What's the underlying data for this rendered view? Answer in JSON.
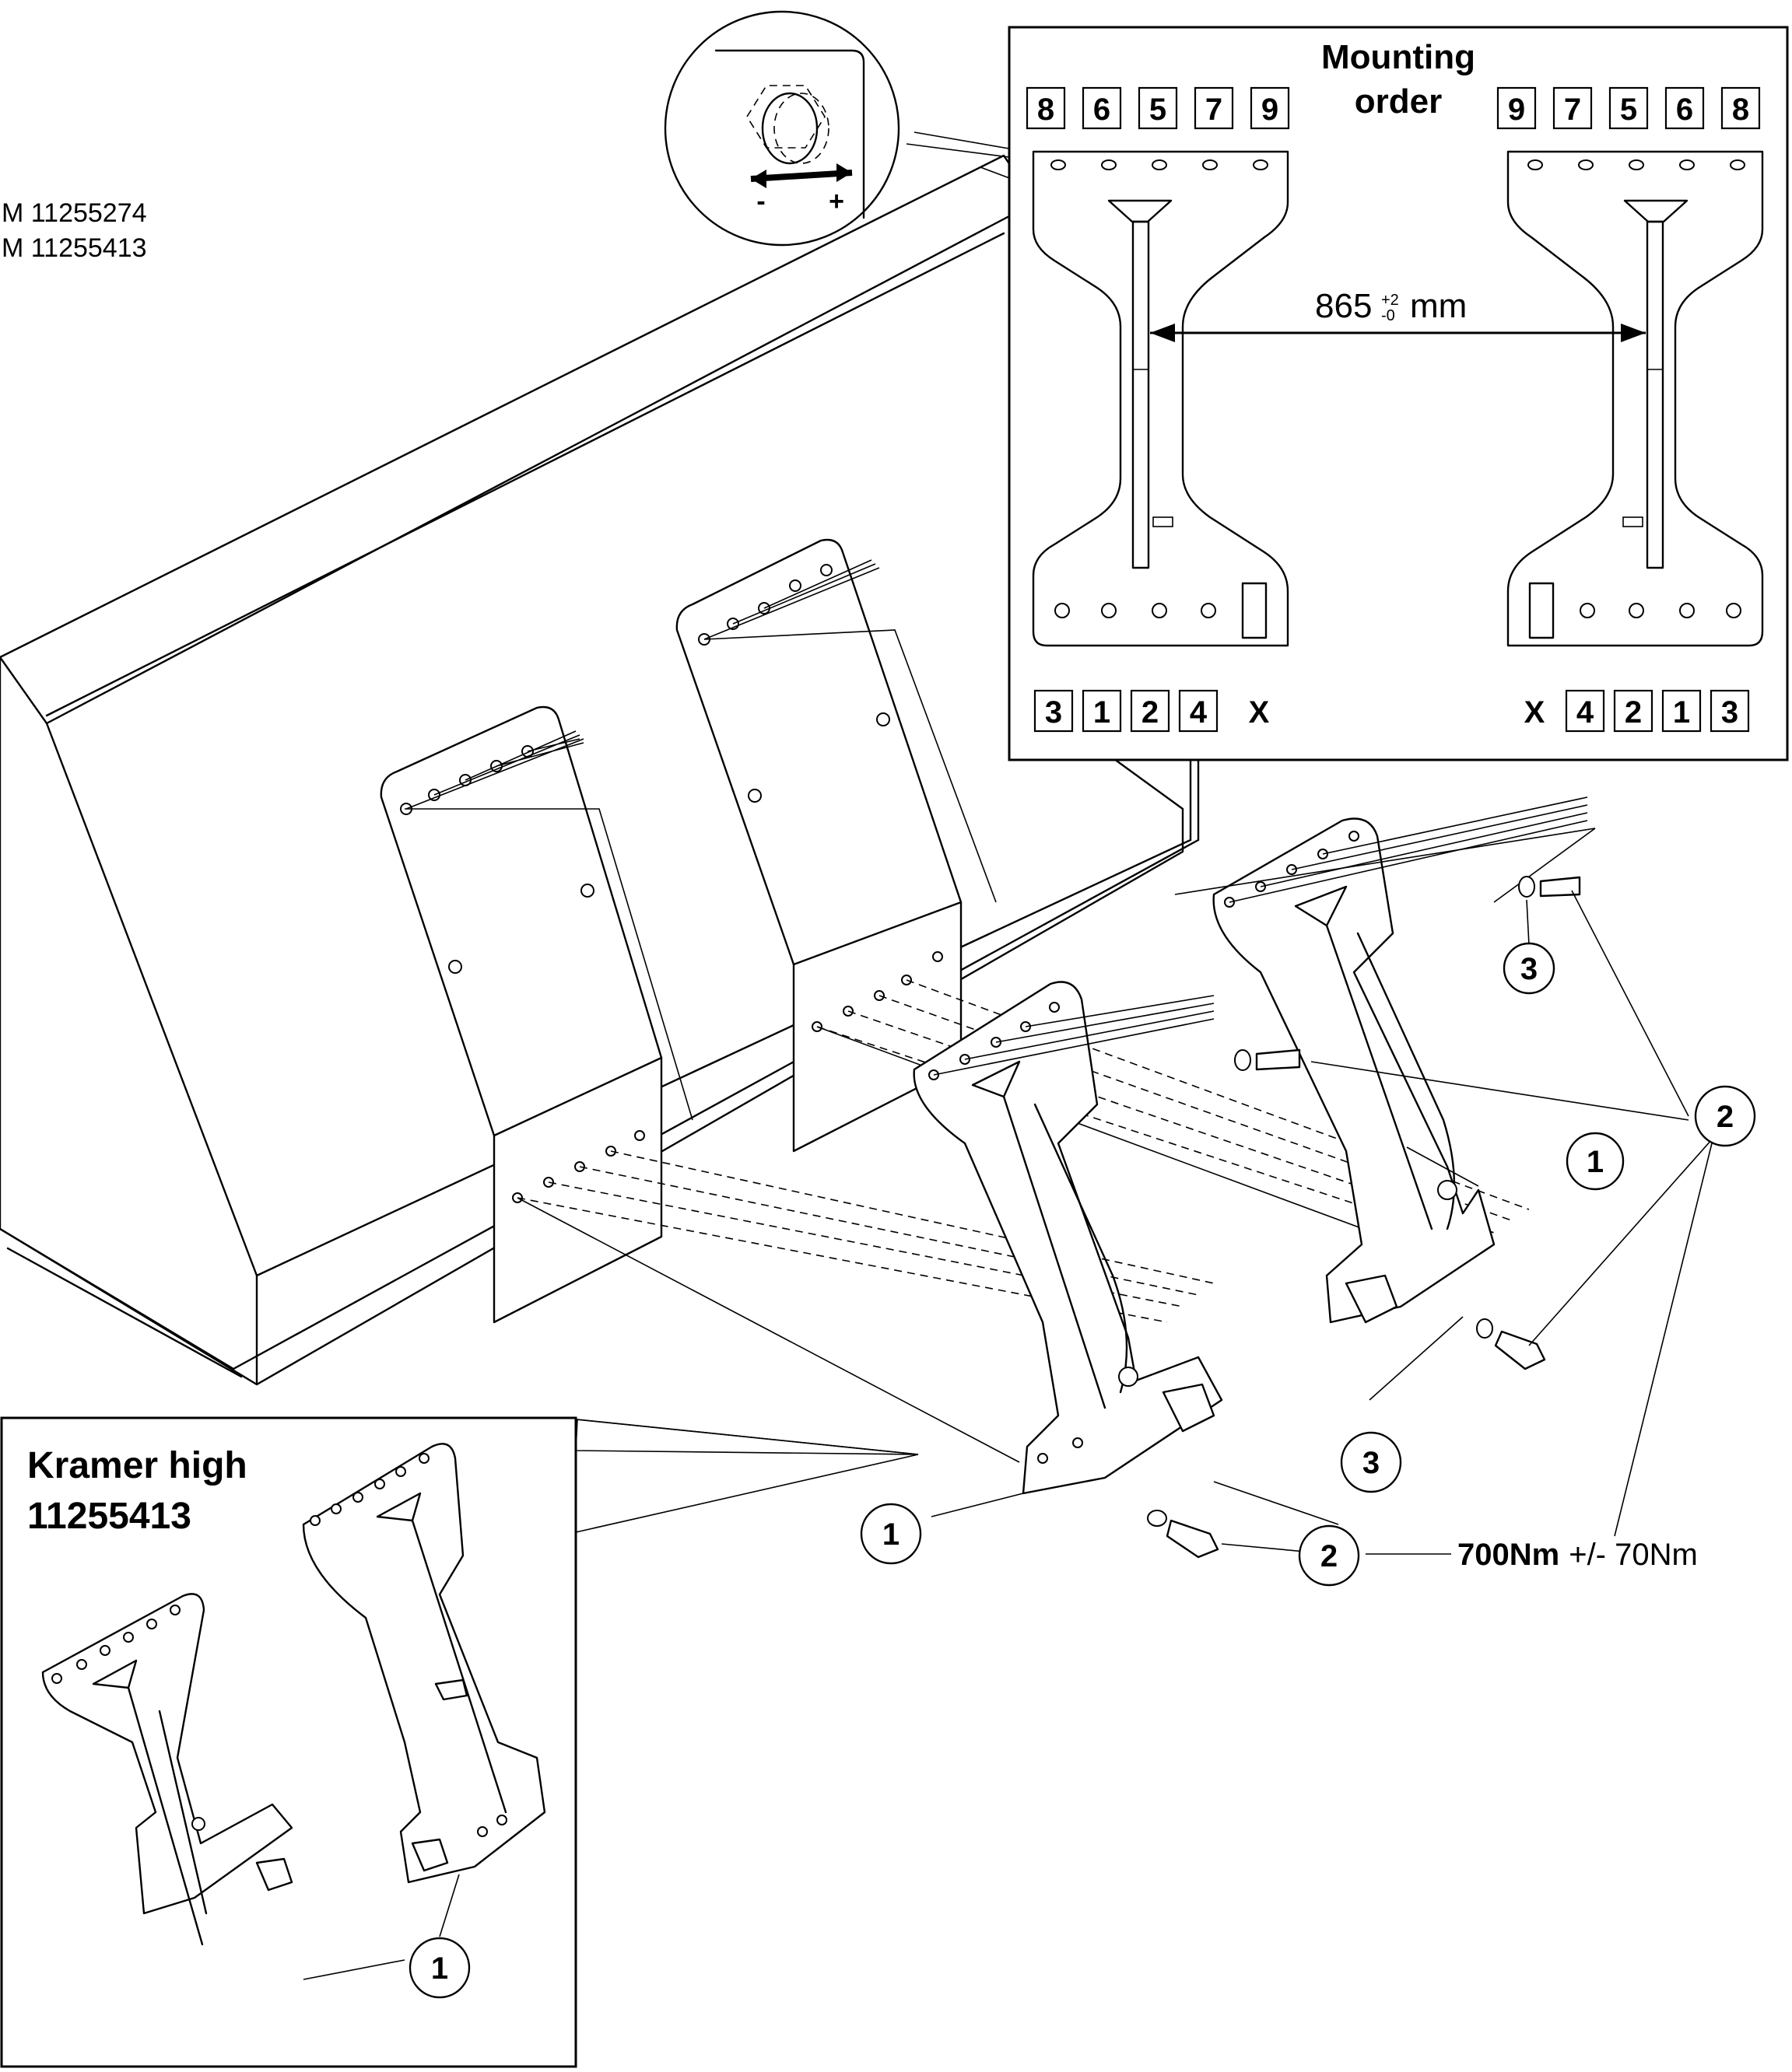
{
  "part_numbers": [
    "M 11255274",
    "M 11255413"
  ],
  "detail_view": {
    "minus_label": "-",
    "plus_label": "+"
  },
  "mounting_panel": {
    "title_line1": "Mounting",
    "title_line2": "order",
    "top_left_order": [
      "8",
      "6",
      "5",
      "7",
      "9"
    ],
    "top_right_order": [
      "9",
      "7",
      "5",
      "6",
      "8"
    ],
    "bottom_left_order": [
      "3",
      "1",
      "2",
      "4"
    ],
    "bottom_right_order": [
      "4",
      "2",
      "1",
      "3"
    ],
    "x_label": "X",
    "dimension_value": "865",
    "dimension_tol_plus": "+2",
    "dimension_tol_minus": "-0",
    "dimension_unit": "mm"
  },
  "callouts": {
    "bracket": "1",
    "bolt": "2",
    "washer": "3"
  },
  "torque": {
    "value": "700Nm",
    "tolerance": "+/- 70Nm"
  },
  "kramer_box": {
    "title_line1": "Kramer high",
    "title_line2": "11255413"
  }
}
